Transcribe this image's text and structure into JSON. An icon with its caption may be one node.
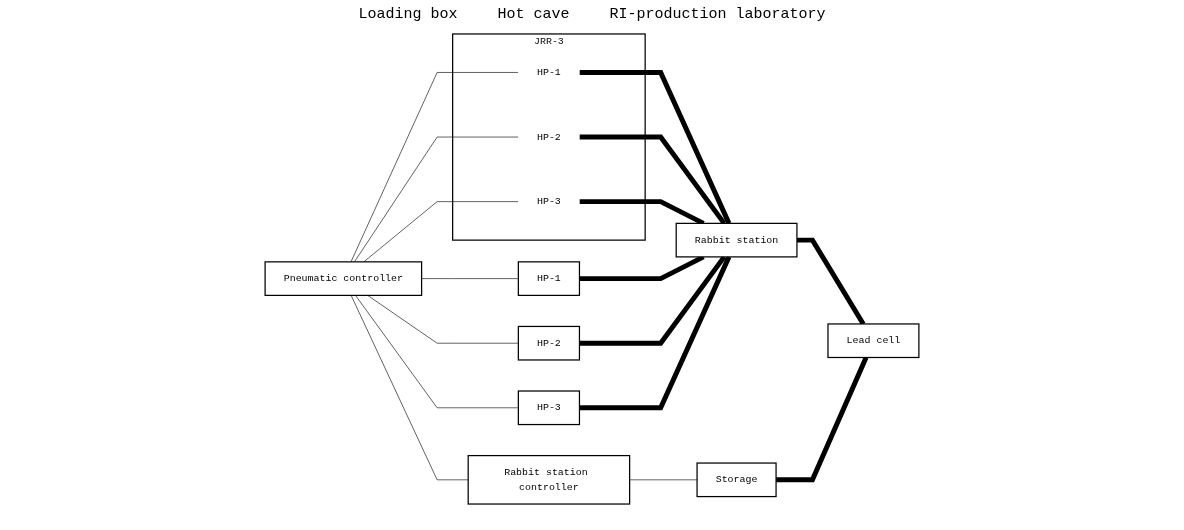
{
  "diagram": {
    "nodes": [
      {
        "text": [
          "JRR-3"
        ]
      },
      {
        "text": [
          "HP-1"
        ],
        "in": 0
      },
      {
        "text": [
          "HP-2"
        ],
        "in": 0
      },
      {
        "text": [
          "HP-3"
        ],
        "in": 0
      },
      {
        "text": [
          "HP-1"
        ]
      },
      {
        "text": [
          "HP-2"
        ]
      },
      {
        "text": [
          "HP-3"
        ]
      },
      {
        "text": [
          "Rabbit station"
        ]
      },
      {
        "text": [
          "Storage"
        ]
      },
      {
        "text": [
          "Lead cell"
        ]
      },
      {
        "text": [
          "Pneumatic controller"
        ]
      },
      {
        "text": [
          "Rabbit station controller"
        ]
      }
    ],
    "edges": [
      {
        "from": 1,
        "to": 7,
        "arrow": "none",
        "style": "thick"
      },
      {
        "from": 2,
        "to": 7,
        "arrow": "none",
        "style": "thick"
      },
      {
        "from": 3,
        "to": 7,
        "arrow": "none",
        "style": "thick"
      },
      {
        "from": 4,
        "to": 7,
        "arrow": "none",
        "style": "thick"
      },
      {
        "from": 5,
        "to": 7,
        "arrow": "none",
        "style": "thick"
      },
      {
        "from": 6,
        "to": 7,
        "arrow": "none",
        "style": "thick"
      },
      {
        "from": 7,
        "to": 9,
        "arrow": "none",
        "style": "thick"
      },
      {
        "from": 8,
        "to": 9,
        "arrow": "none",
        "style": "thick"
      },
      {
        "from": 10,
        "to": 1,
        "arrow": "none"
      },
      {
        "from": 10,
        "to": 2,
        "arrow": "none"
      },
      {
        "from": 10,
        "to": 3,
        "arrow": "none"
      },
      {
        "from": 10,
        "to": 4,
        "arrow": "none"
      },
      {
        "from": 10,
        "to": 5,
        "arrow": "none"
      },
      {
        "from": 10,
        "to": 6,
        "arrow": "none"
      },
      {
        "from": 10,
        "to": 11,
        "arrow": "none"
      },
      {
        "from": 11,
        "to": 8,
        "arrow": "none"
      }
    ],
    "labels": [
      "Loading box",
      "Hot cave",
      "RI-production laboratory"
    ]
  }
}
